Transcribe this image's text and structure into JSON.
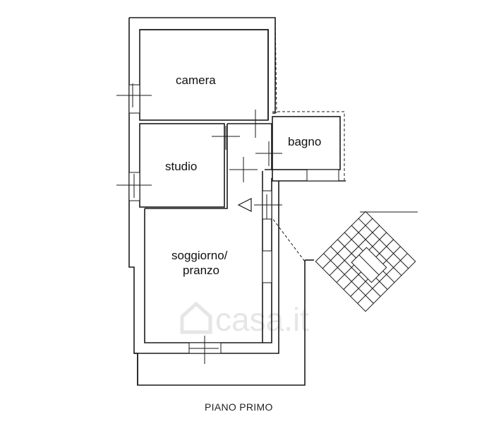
{
  "rooms": {
    "camera": "camera",
    "studio": "studio",
    "bagno": "bagno",
    "soggiorno_line1": "soggiorno/",
    "soggiorno_line2": "pranzo"
  },
  "caption": "PIANO PRIMO",
  "watermark": {
    "brand": "casa.it"
  },
  "colors": {
    "wall": "#1a1a1a",
    "background": "#ffffff",
    "watermark": "#e6e6e6"
  }
}
